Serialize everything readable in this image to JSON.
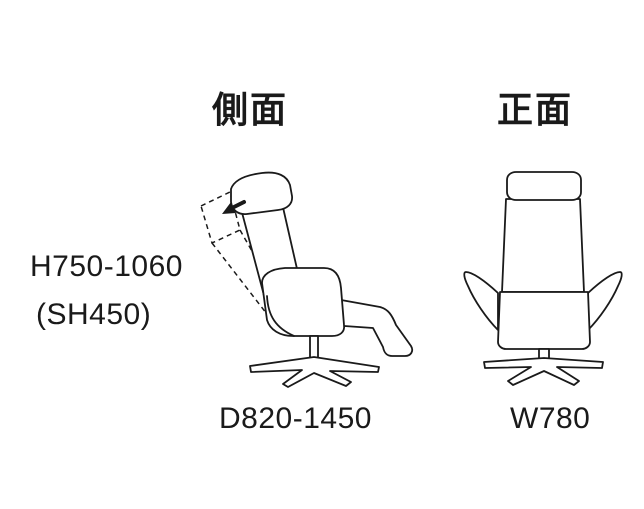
{
  "views": {
    "side": {
      "title": "側面"
    },
    "front": {
      "title": "正面"
    }
  },
  "dimensions": {
    "height": "H750-1060",
    "seat_height": "(SH450)",
    "depth": "D820-1450",
    "width": "W780"
  },
  "icons": {
    "recline_arrow": "left-arrow-icon"
  },
  "colors": {
    "line": "#1a1a1a",
    "background": "#ffffff"
  }
}
